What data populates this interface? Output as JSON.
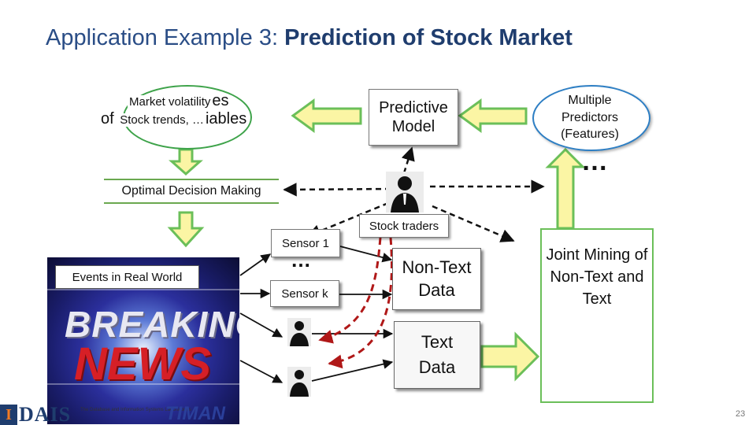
{
  "title": {
    "prefix": "Application Example 3: ",
    "bold": "Prediction of Stock Market"
  },
  "ellipse": {
    "line1_overlay": "Market volatility",
    "line1_tail": "es",
    "line2_prefix": "of",
    "line2_overlay": "Stock trends, …",
    "line2_tail": "iables"
  },
  "predictive_model": "Predictive Model",
  "multiple_predictors": "Multiple Predictors (Features)",
  "ellipsis": "…",
  "optimal_decision": "Optimal Decision Making",
  "sensor1": "Sensor 1",
  "sensork": "Sensor k",
  "events": "Events in Real World",
  "news": {
    "line1": "BREAKING",
    "line2": "NEWS"
  },
  "stock_traders": "Stock traders",
  "non_text": "Non-Text Data",
  "text_data": "Text Data",
  "joint_mining": "Joint Mining of Non-Text and Text",
  "footer": {
    "left_logo": "DAIS",
    "sub_logo": "The Database and Information Systems Laboratories",
    "timan": "TIMAN",
    "page": "23"
  },
  "colors": {
    "title": "#2a4d86",
    "arrow_fill": "#fbf5a4",
    "arrow_stroke": "#6bbf59",
    "dashed": "#111111",
    "red_dashed": "#b01818"
  }
}
